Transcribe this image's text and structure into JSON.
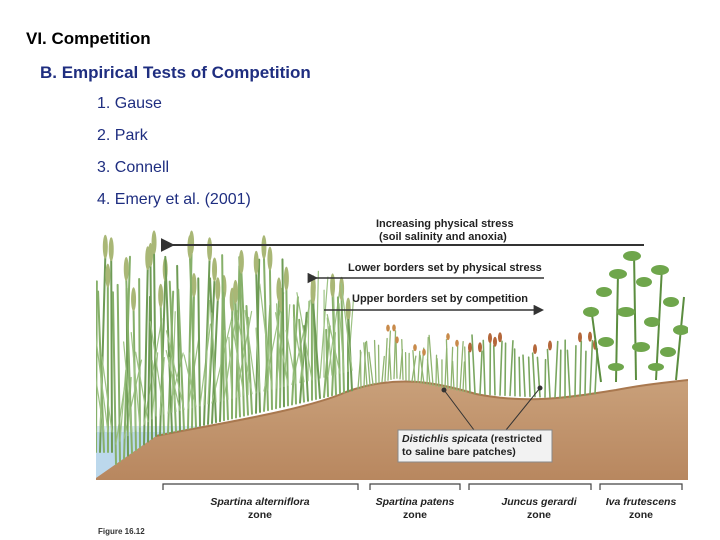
{
  "slide": {
    "heading": "VI. Competition",
    "subheading": "B. Empirical Tests of Competition",
    "items": [
      "1. Gause",
      "2. Park",
      "3. Connell",
      "4. Emery et al. (2001)"
    ]
  },
  "figure": {
    "stress_line1": "Increasing physical stress",
    "stress_line2": "(soil salinity and anoxia)",
    "lower_borders": "Lower borders set by physical stress",
    "upper_borders": "Upper borders set by competition",
    "callout_species": "Distichlis spicata",
    "callout_rest_line1": " (restricted",
    "callout_line2": "to saline bare patches)",
    "zones": [
      {
        "species": "Spartina alterniflora",
        "label": "zone"
      },
      {
        "species": "Spartina patens",
        "label": "zone"
      },
      {
        "species": "Juncus gerardi",
        "label": "zone"
      },
      {
        "species": "Iva frutescens",
        "label": "zone"
      }
    ],
    "figure_number": "Figure 16.12",
    "colors": {
      "heading": "#000000",
      "outline_text": "#1f2e80",
      "soil": "#c49a72",
      "water": "#bcd8ec",
      "grass": "#6e9b55"
    }
  }
}
